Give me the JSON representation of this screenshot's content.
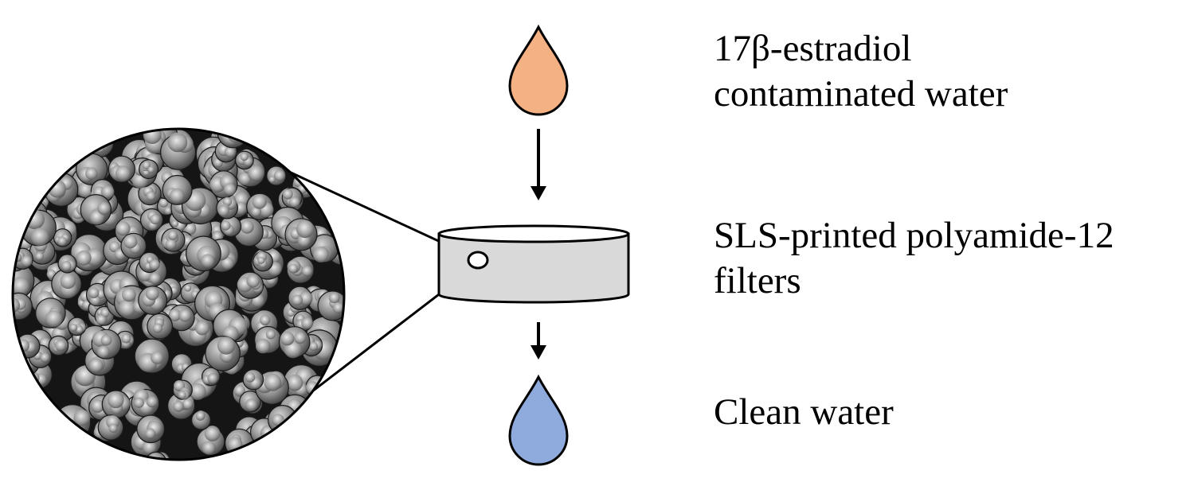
{
  "labels": {
    "input_line1": "17β-estradiol",
    "input_line2": "contaminated water",
    "filter_line1": "SLS-printed polyamide-12",
    "filter_line2": "filters",
    "output": "Clean water"
  },
  "colors": {
    "contaminated_drop": "#F4B183",
    "clean_drop": "#8FAADC",
    "filter_body": "#D9D9D9",
    "outline": "#000000",
    "micrograph_dark": "#151515",
    "micrograph_particle": "#8a8a8a"
  },
  "micrograph": {
    "description_icon": "sem-micrograph-icon"
  }
}
